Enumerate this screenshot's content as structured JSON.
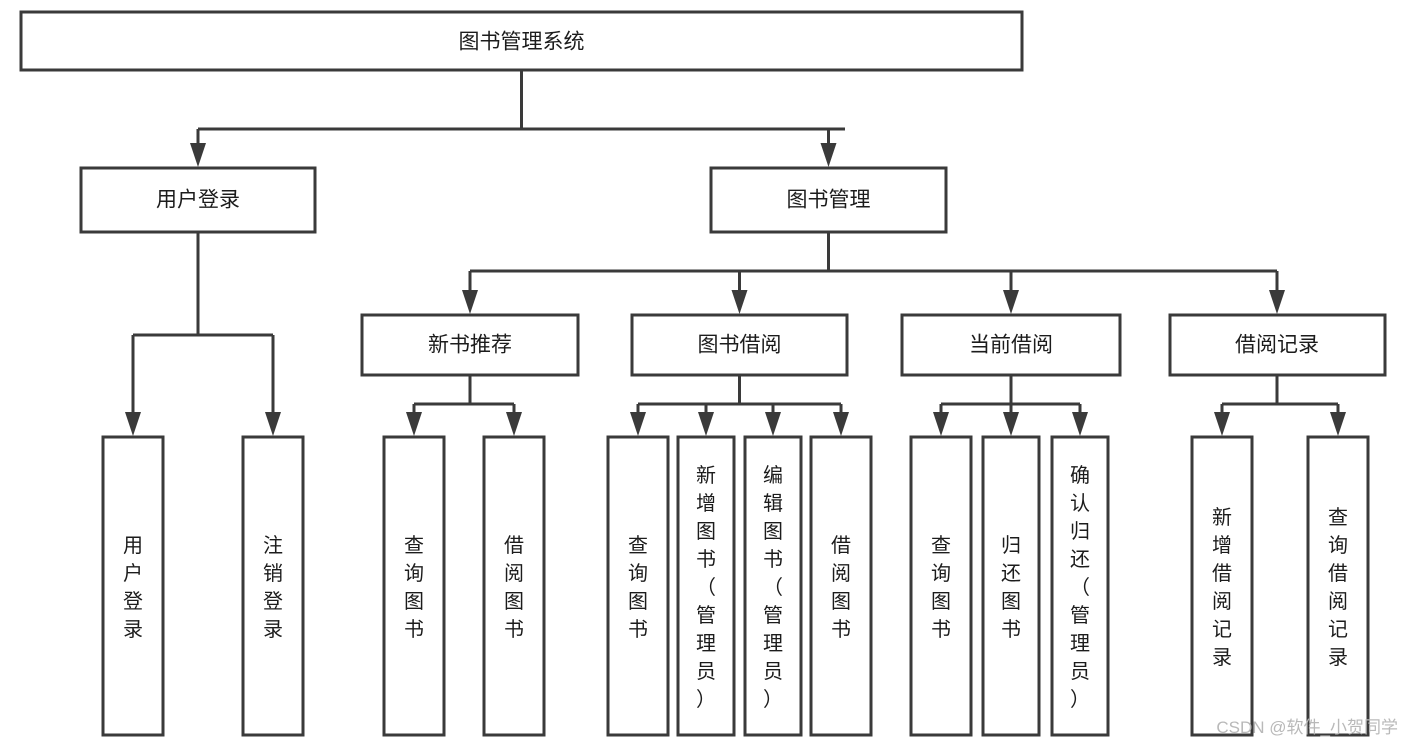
{
  "diagram": {
    "title": "图书管理系统",
    "type": "tree-hierarchy-chart",
    "colors": {
      "stroke": "#3a3a3a",
      "fill": "#ffffff",
      "text": "#1c1c1c",
      "watermark": "#b9b9b9",
      "background": "#ffffff"
    },
    "root": {
      "label": "图书管理系统"
    },
    "level2": [
      {
        "label": "用户登录"
      },
      {
        "label": "图书管理"
      }
    ],
    "level3": [
      {
        "label": "新书推荐"
      },
      {
        "label": "图书借阅"
      },
      {
        "label": "当前借阅"
      },
      {
        "label": "借阅记录"
      }
    ],
    "leaves": {
      "user_login": [
        {
          "label": "用户登录"
        },
        {
          "label": "注销登录"
        }
      ],
      "new_book_recommend": [
        {
          "label": "查询图书"
        },
        {
          "label": "借阅图书"
        }
      ],
      "book_borrow": [
        {
          "label": "查询图书"
        },
        {
          "label": "新增图书（管理员）"
        },
        {
          "label": "编辑图书（管理员）"
        },
        {
          "label": "借阅图书"
        }
      ],
      "current_borrow": [
        {
          "label": "查询图书"
        },
        {
          "label": "归还图书"
        },
        {
          "label": "确认归还（管理员）"
        }
      ],
      "borrow_record": [
        {
          "label": "新增借阅记录"
        },
        {
          "label": "查询借阅记录"
        }
      ]
    },
    "watermark": "CSDN @软件_小贺同学"
  }
}
